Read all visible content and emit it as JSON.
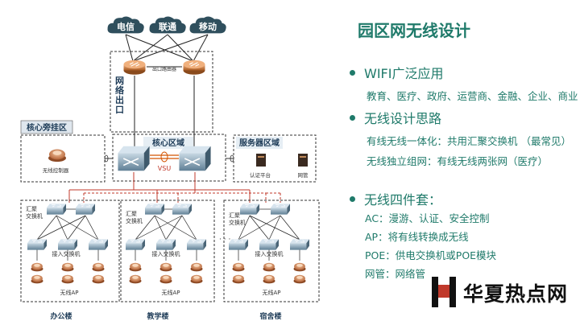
{
  "diagram": {
    "isps": [
      "电信",
      "联通",
      "移动"
    ],
    "egress_router_label": "出口路由器",
    "egress_area_label": "网络出口",
    "bypass_area_label": "核心旁挂区",
    "controller_label": "无线控制器",
    "core_area_label": "核心区域",
    "vsu_label": "VSU",
    "server_area_label": "服务器区域",
    "auth_platform_label": "认证平台",
    "nms_label": "网管",
    "buildings": [
      {
        "name": "办公楼",
        "agg_label": "汇聚\n交换机",
        "access_label": "接入交换机",
        "ap_label": "无线AP"
      },
      {
        "name": "教学楼",
        "agg_label": "汇聚\n交换机",
        "access_label": "接入交换机",
        "ap_label": "无线AP"
      },
      {
        "name": "宿舍楼",
        "agg_label": "汇聚\n交换机",
        "access_label": "接入交换机",
        "ap_label": "无线AP"
      }
    ]
  },
  "title": "园区网无线设计",
  "bullets": [
    {
      "title": "WIFI广泛应用",
      "subs": [
        "教育、医疗、政府、运营商、金融、企业、商业"
      ]
    },
    {
      "title": "无线设计思路",
      "subs": [
        "有线无线一体化：共用汇聚交换机 （最常见）",
        "无线独立组网：有线无线两张网（医疗）"
      ]
    },
    {
      "title": "无线四件套：",
      "subs": [
        "AC：漫游、认证、安全控制",
        "AP：将有线转换成无线",
        "POE：供电交换机或POE模块",
        "网管：网络管"
      ]
    }
  ],
  "watermark": {
    "text": "华夏热点网"
  },
  "colors": {
    "accent": "#1f7a6a",
    "red_link": "#c0392b"
  }
}
